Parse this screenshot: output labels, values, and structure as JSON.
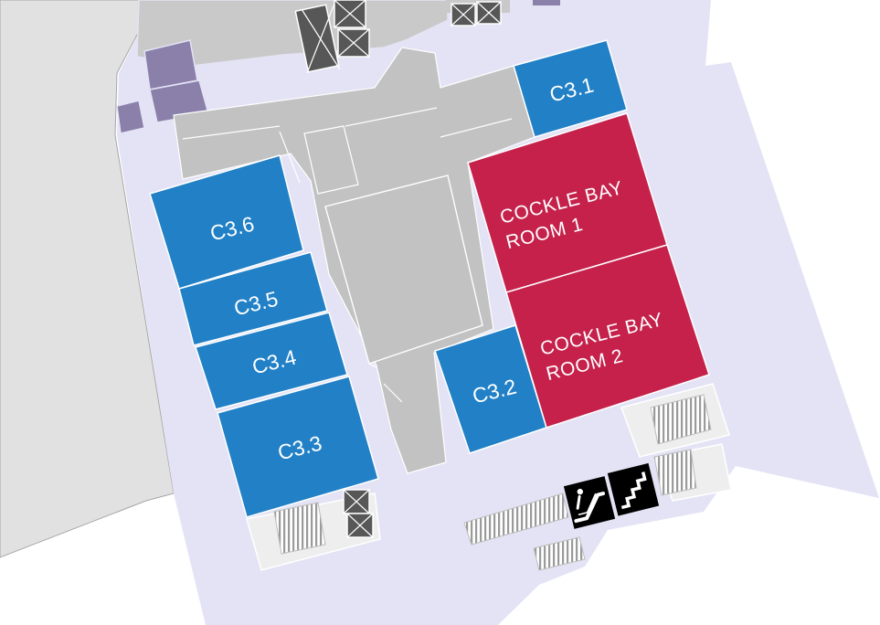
{
  "map": {
    "colors": {
      "background": "#ffffff",
      "floor": "#e3e3f5",
      "neighbour_building": "#e1e1e1",
      "core": "#c2c2c2",
      "room_blue": "#2180c6",
      "room_red": "#c5214b",
      "purple": "#8a80aa",
      "stair_area": "#eeeeee",
      "service_dark": "#575757",
      "icon_tile": "#000000",
      "icon_glyph": "#ffffff"
    },
    "rooms": {
      "c3_1": {
        "label": "C3.1",
        "color": "#2180c6"
      },
      "c3_2": {
        "label": "C3.2",
        "color": "#2180c6"
      },
      "c3_3": {
        "label": "C3.3",
        "color": "#2180c6"
      },
      "c3_4": {
        "label": "C3.4",
        "color": "#2180c6"
      },
      "c3_5": {
        "label": "C3.5",
        "color": "#2180c6"
      },
      "c3_6": {
        "label": "C3.6",
        "color": "#2180c6"
      },
      "cockle_bay_1": {
        "line1": "COCKLE  BAY",
        "line2": "ROOM 1",
        "color": "#c5214b"
      },
      "cockle_bay_2": {
        "line1": "COCKLE  BAY",
        "line2": "ROOM 2",
        "color": "#c5214b"
      }
    },
    "icons": {
      "escalator": "escalator-icon",
      "stairs": "stairs-icon",
      "service_shaft": "crossed-box-icon"
    }
  }
}
